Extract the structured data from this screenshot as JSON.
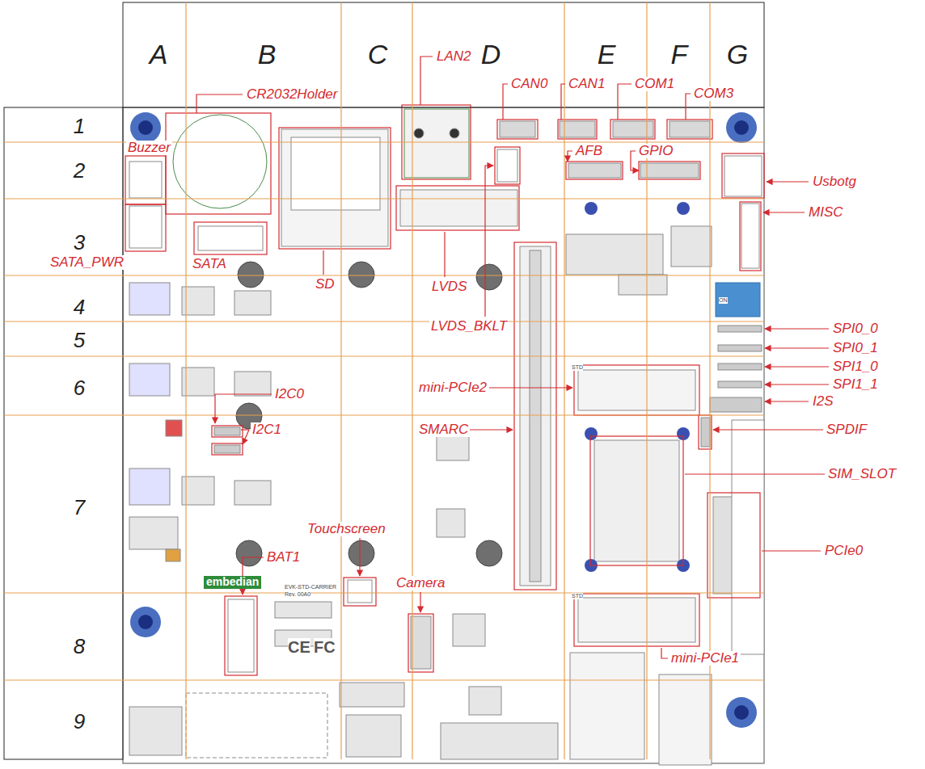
{
  "diagram": {
    "labels": [
      "A",
      "B",
      "C",
      "D",
      "E",
      "F",
      "G",
      "1",
      "2",
      "3",
      "4",
      "5",
      "6",
      "7",
      "8",
      "9",
      "CR2032Holder",
      "LAN2",
      "CAN0",
      "CAN1",
      "COM1",
      "COM3",
      "Buzzer",
      "AFB",
      "GPIO",
      "Usbotg",
      "MISC",
      "SATA_PWR",
      "SATA",
      "SD",
      "LVDS",
      "LVDS_BKLT",
      "SPI0_0",
      "SPI0_1",
      "SPI1_0",
      "SPI1_1",
      "I2S",
      "mini-PCIe2",
      "I2C0",
      "I2C1",
      "SMARC",
      "SPDIF",
      "SIM_SLOT",
      "PCIe0",
      "Touchscreen",
      "BAT1",
      "Camera",
      "mini-PCIe1",
      "embedian",
      "EVK-STD-CARRIER",
      "Rev. 00A0",
      "CE",
      "FC",
      "STD",
      "STD",
      "ON"
    ]
  }
}
